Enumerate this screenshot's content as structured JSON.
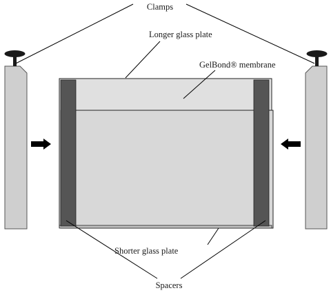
{
  "labels": {
    "clamps": "Clamps",
    "longer_plate": "Longer glass plate",
    "membrane": "GelBond® membrane",
    "shorter_plate": "Shorter glass plate",
    "spacers": "Spacers"
  },
  "colors": {
    "plate_fill": "#d9d9d9",
    "spacer_fill": "#555555",
    "clamp_fill": "#cfcfcf",
    "line": "#000000"
  }
}
